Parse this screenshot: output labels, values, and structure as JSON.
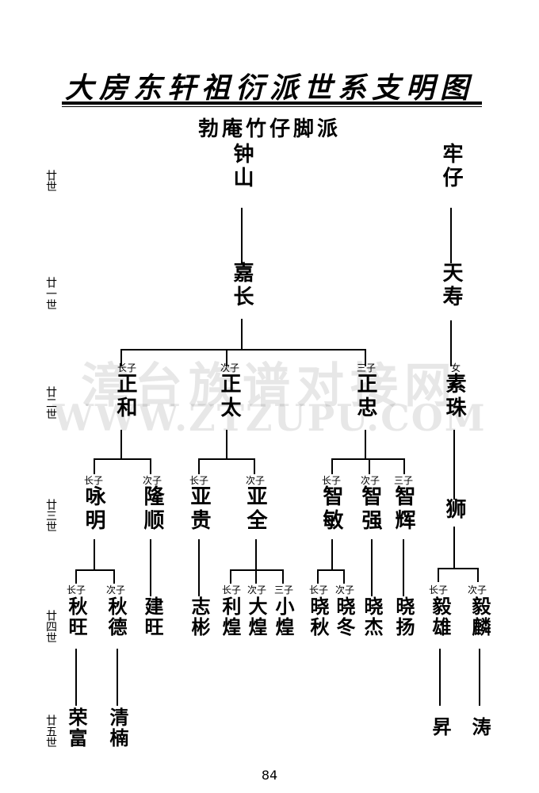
{
  "title": "大房东轩祖衍派世系支明图",
  "subtitle": "勃庵竹仔脚派",
  "watermark": {
    "cn": "漳台族谱对接网",
    "en": "WWW.ZTZUPU.COM"
  },
  "page_number": "84",
  "generations": [
    "廿世",
    "廿一世",
    "廿二世",
    "廿三世",
    "廿四世",
    "廿五世"
  ],
  "persons": {
    "zhongshan": {
      "name": "钟山"
    },
    "laozai": {
      "name": "牢仔"
    },
    "jiachang": {
      "name": "嘉长"
    },
    "tianshou": {
      "name": "天寿"
    },
    "zhenghe": {
      "name": "正和",
      "rank": "长子"
    },
    "zhengtai": {
      "name": "正太",
      "rank": "次子"
    },
    "zhengzhong": {
      "name": "正忠",
      "rank": "三子"
    },
    "suzhu": {
      "name": "素珠",
      "rank": "女"
    },
    "yongming": {
      "name": "咏明",
      "rank": "长子"
    },
    "longshun": {
      "name": "隆顺",
      "rank": "次子"
    },
    "yagui": {
      "name": "亚贵",
      "rank": "长子"
    },
    "yaquan": {
      "name": "亚全",
      "rank": "次子"
    },
    "zhimin": {
      "name": "智敏",
      "rank": "长子"
    },
    "zhiqiang": {
      "name": "智强",
      "rank": "次子"
    },
    "zhihui": {
      "name": "智辉",
      "rank": "三子"
    },
    "shi": {
      "name": "狮"
    },
    "qiuwang": {
      "name": "秋旺",
      "rank": "长子"
    },
    "qiude": {
      "name": "秋德",
      "rank": "次子"
    },
    "jianwang": {
      "name": "建旺"
    },
    "zhibin": {
      "name": "志彬"
    },
    "lihuang": {
      "name": "利煌",
      "rank": "长子"
    },
    "dahuang": {
      "name": "大煌",
      "rank": "次子"
    },
    "xiaohuang": {
      "name": "小煌",
      "rank": "三子"
    },
    "xiaoqiu": {
      "name": "晓秋",
      "rank": "长子"
    },
    "xiaodong": {
      "name": "晓冬",
      "rank": "次子"
    },
    "xiaojie": {
      "name": "晓杰"
    },
    "xiaoyang": {
      "name": "晓扬"
    },
    "yixiong": {
      "name": "毅雄",
      "rank": "长子"
    },
    "yilin": {
      "name": "毅麟",
      "rank": "次子"
    },
    "ronghui": {
      "name": "荣富"
    },
    "qingnan": {
      "name": "清楠"
    },
    "sheng": {
      "name": "昇"
    },
    "tao": {
      "name": "涛"
    }
  }
}
